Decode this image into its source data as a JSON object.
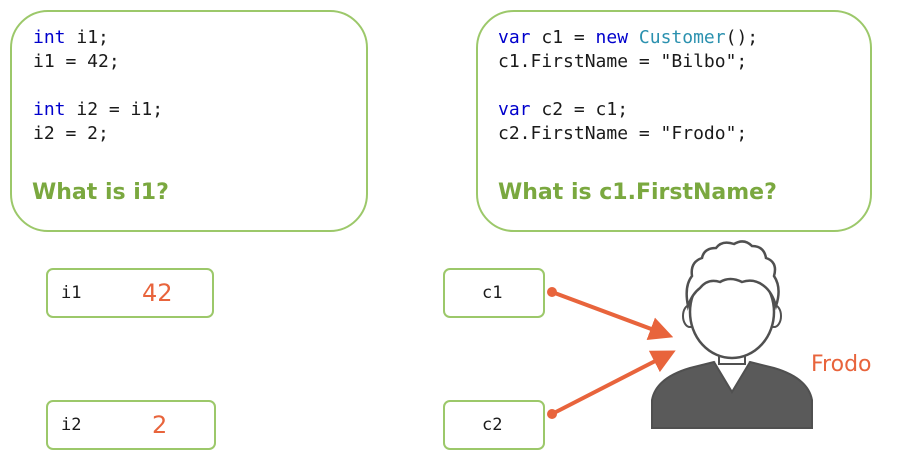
{
  "left_panel": {
    "code_lines": [
      {
        "kw": "int",
        "rest": " i1;"
      },
      {
        "kw": "",
        "rest": "i1 = 42;"
      },
      {
        "kw": "",
        "rest": ""
      },
      {
        "kw": "int",
        "rest": " i2 = i1;"
      },
      {
        "kw": "",
        "rest": "i2 = 2;"
      }
    ],
    "question": "What is i1?"
  },
  "right_panel": {
    "line1": {
      "kw1": "var",
      "mid": " c1 = ",
      "kw2": "new",
      "sp": " ",
      "type": "Customer",
      "end": "();"
    },
    "line2": "c1.FirstName = \"Bilbo\";",
    "line4": {
      "kw": "var",
      "rest": " c2 = c1;"
    },
    "line5": "c2.FirstName = \"Frodo\";",
    "question": "What is c1.FirstName?"
  },
  "variables": {
    "i1": {
      "name": "i1",
      "value": "42"
    },
    "i2": {
      "name": "i2",
      "value": "2"
    },
    "c1": {
      "name": "c1"
    },
    "c2": {
      "name": "c2"
    }
  },
  "object": {
    "label": "Frodo",
    "icon": "person-icon"
  },
  "colors": {
    "border_green": "#9cc86a",
    "question_green": "#7aa83f",
    "accent_orange": "#e8643c",
    "keyword_blue": "#0000cc",
    "type_teal": "#2b91af",
    "person_outline": "#555555",
    "person_fill": "#ffffff"
  }
}
